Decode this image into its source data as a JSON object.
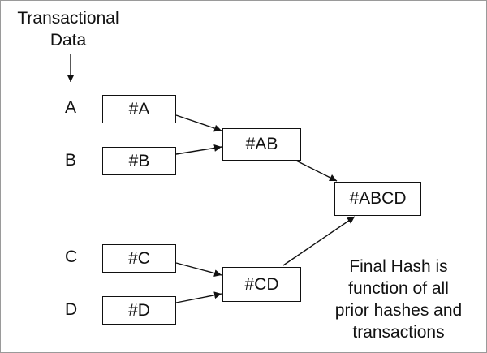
{
  "title": {
    "line1": "Transactional",
    "line2": "Data"
  },
  "inputs": [
    "A",
    "B",
    "C",
    "D"
  ],
  "leaf_hashes": [
    "#A",
    "#B",
    "#C",
    "#D"
  ],
  "pair_hashes": [
    "#AB",
    "#CD"
  ],
  "root_hash": "#ABCD",
  "note": {
    "lines": [
      "Final Hash is",
      "function of all",
      "prior hashes and",
      "transactions"
    ]
  }
}
